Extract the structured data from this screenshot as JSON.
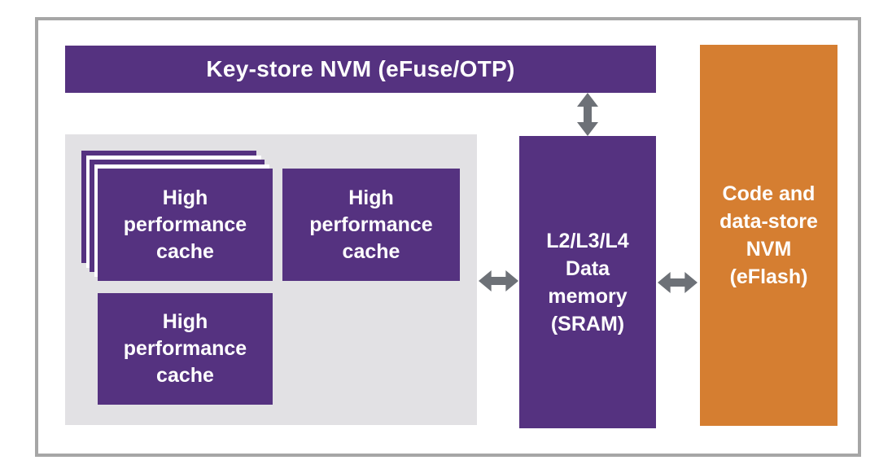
{
  "colors": {
    "purple": "#553280",
    "orange": "#D57E31",
    "container_gray": "#E2E1E4",
    "arrow_gray": "#6D7177",
    "frame_border": "#A6A6A6",
    "text_light": "#FFFFFF",
    "background": "#FFFFFF"
  },
  "diagram": {
    "keystore_bar": {
      "label": "Key-store NVM (eFuse/OTP)"
    },
    "cache_cluster": {
      "boxes": [
        {
          "id": "cache-stacked",
          "label": "High\nperformance\ncache",
          "stacked": true
        },
        {
          "id": "cache-secondary",
          "label": "High\nperformance\ncache",
          "stacked": false
        },
        {
          "id": "cache-tertiary",
          "label": "High\nperformance\ncache",
          "stacked": false
        }
      ]
    },
    "sram_box": {
      "label": "L2/L3/L4\nData\nmemory\n(SRAM)"
    },
    "nvm_box": {
      "label": "Code and\ndata-store\nNVM\n(eFlash)"
    },
    "arrows": [
      {
        "name": "keystore-sram-arrow",
        "type": "bidirectional-vertical"
      },
      {
        "name": "cache-sram-arrow",
        "type": "bidirectional-horizontal"
      },
      {
        "name": "sram-nvm-arrow",
        "type": "bidirectional-horizontal"
      }
    ]
  }
}
